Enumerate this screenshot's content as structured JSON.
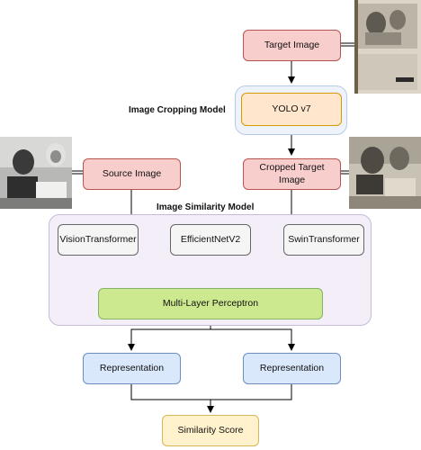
{
  "diagram": {
    "target_image": "Target Image",
    "cropping_group_label": "Image Cropping Model",
    "yolo": "YOLO v7",
    "source_image": "Source Image",
    "cropped_target_image": "Cropped Target Image",
    "similarity_group_label": "Image Similarity Model",
    "vision_transformer": "VisionTransformer",
    "efficientnet": "EfficientNetV2",
    "swin_transformer": "SwinTransformer",
    "mlp": "Multi-Layer Perceptron",
    "representation_left": "Representation",
    "representation_right": "Representation",
    "similarity_score": "Similarity Score"
  }
}
